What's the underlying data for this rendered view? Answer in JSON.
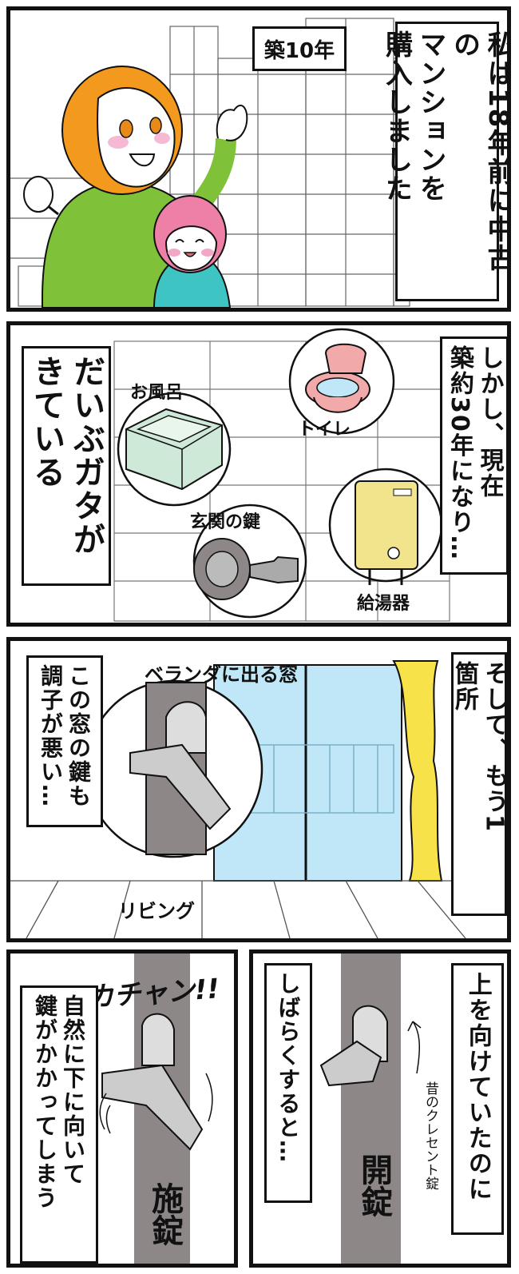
{
  "panel1": {
    "tag": "築10年",
    "narration": "私は18年前に中古の\nマンションを\n購入しました"
  },
  "panel2": {
    "narration": "しかし、現在\n築約30年になり…",
    "comment": "だいぶガタが\nきている",
    "items": {
      "bath": "お風呂",
      "toilet": "トイレ",
      "key": "玄関の鍵",
      "heater": "給湯器"
    }
  },
  "panel3": {
    "narration": "そして、もう1\n箇所",
    "comment": "この窓の鍵も\n調子が悪い…",
    "window_label": "ベランダに出る窓",
    "room_label": "リビング"
  },
  "panel4": {
    "narration": "自然に下に向いて\n鍵がかかってしまう",
    "sfx": "カチャン!!",
    "state": "施錠"
  },
  "panel5": {
    "narration": "上を向けていたのに",
    "comment": "しばらくすると…",
    "state": "開錠",
    "note": "昔のクレセント錠"
  },
  "colors": {
    "hair_orange": "#F39A1E",
    "shirt_green": "#7FC23A",
    "hair_pink": "#EE7FA6",
    "dress_teal": "#3FC4C4",
    "window_blue": "#BFE7F7",
    "curtain_yellow": "#F7E24A",
    "frame_gray": "#8E8787",
    "toilet_pink": "#F1A9A9",
    "bath_green": "#CFE9D8",
    "heater_yellow": "#F2E38D"
  }
}
